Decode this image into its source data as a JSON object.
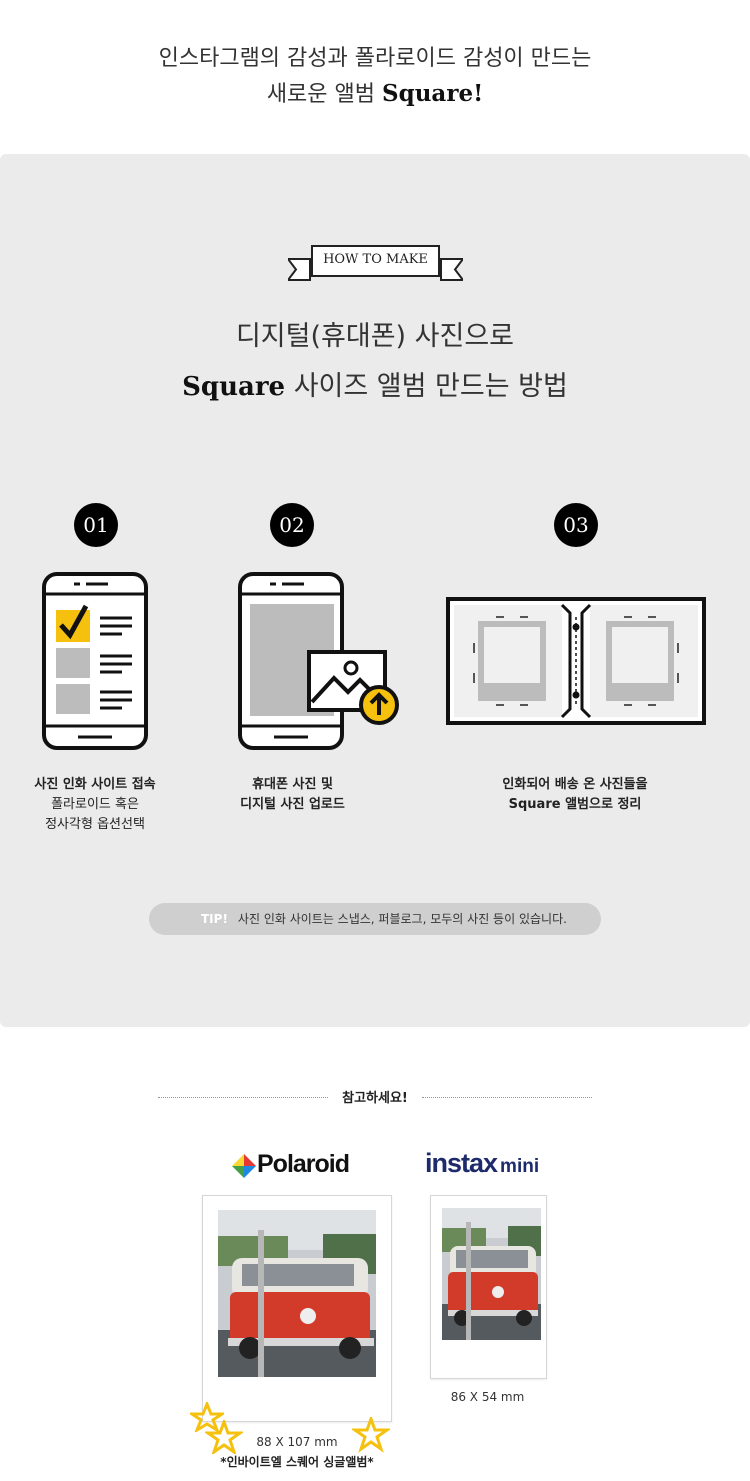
{
  "header": {
    "line1": "인스타그램의 감성과 폴라로이드 감성이 만드는",
    "line2_prefix": "새로운 앨범",
    "line2_brand": "Square!"
  },
  "how_to": {
    "ribbon_label": "HOW TO MAKE",
    "title_line1": "디지털(휴대폰) 사진으로",
    "title_line2_brand": "Square",
    "title_line2_suffix": "사이즈 앨범 만드는 방법"
  },
  "steps": [
    {
      "number": "01",
      "line1": "사진 인화 사이트 접속",
      "line2": "폴라로이드 혹은",
      "line3": "정사각형 옵션선택"
    },
    {
      "number": "02",
      "line1": "휴대폰 사진 및",
      "line2": "디지털 사진 업로드"
    },
    {
      "number": "03",
      "line1": "인화되어 배송 온 사진들을",
      "line2": "Square 앨범으로 정리"
    }
  ],
  "tip": {
    "tag": "TIP!",
    "text": "사진 인화 사이트는 스냅스, 퍼블로그, 모두의 사진 등이 있습니다."
  },
  "reference": {
    "title": "참고하세요!",
    "polaroid_logo": "Polaroid",
    "instax_logo_main": "instax",
    "instax_logo_sub": "mini",
    "polaroid_size": "88 X 107 mm",
    "instax_size": "86 X 54 mm",
    "album_note": "*인바이트엘 스퀘어 싱글앨범*"
  },
  "colors": {
    "panel_bg": "#ebebeb",
    "accent_yellow": "#f5c10e",
    "tip_bg": "#cfcfcf",
    "instax_blue": "#1d2a6b"
  },
  "icons": [
    "phone-checklist-icon",
    "phone-upload-icon",
    "album-open-icon",
    "star-icon"
  ]
}
